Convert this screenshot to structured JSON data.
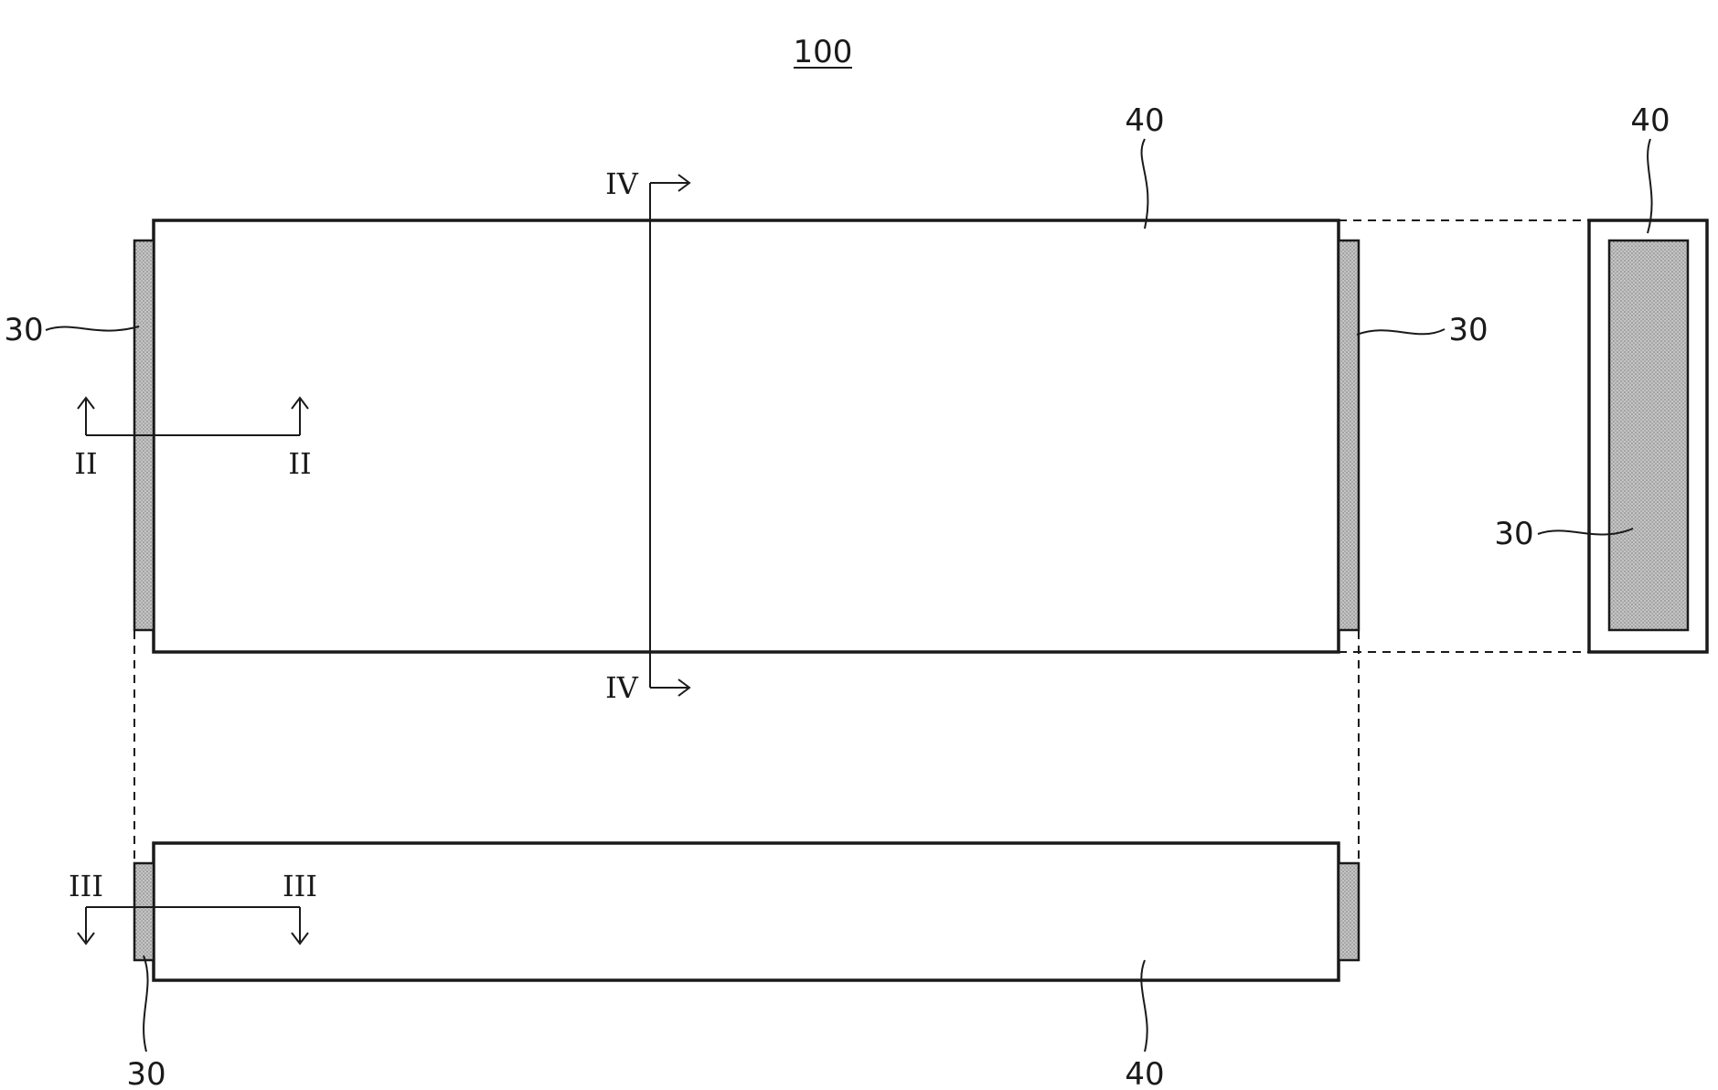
{
  "figure": {
    "reference_number": "100",
    "colors": {
      "line": "#1a1a1a",
      "tab_fill": "#b9b9b9",
      "background": "#ffffff"
    }
  },
  "labels": {
    "top_view_body": "40",
    "tab_left": "30",
    "tab_right": "30",
    "side_view_body": "40",
    "side_view_tab": "30",
    "bottom_view_tab": "30",
    "bottom_view_body": "40"
  },
  "section_marks": {
    "ii": "II",
    "iii": "III",
    "iv": "IV"
  }
}
